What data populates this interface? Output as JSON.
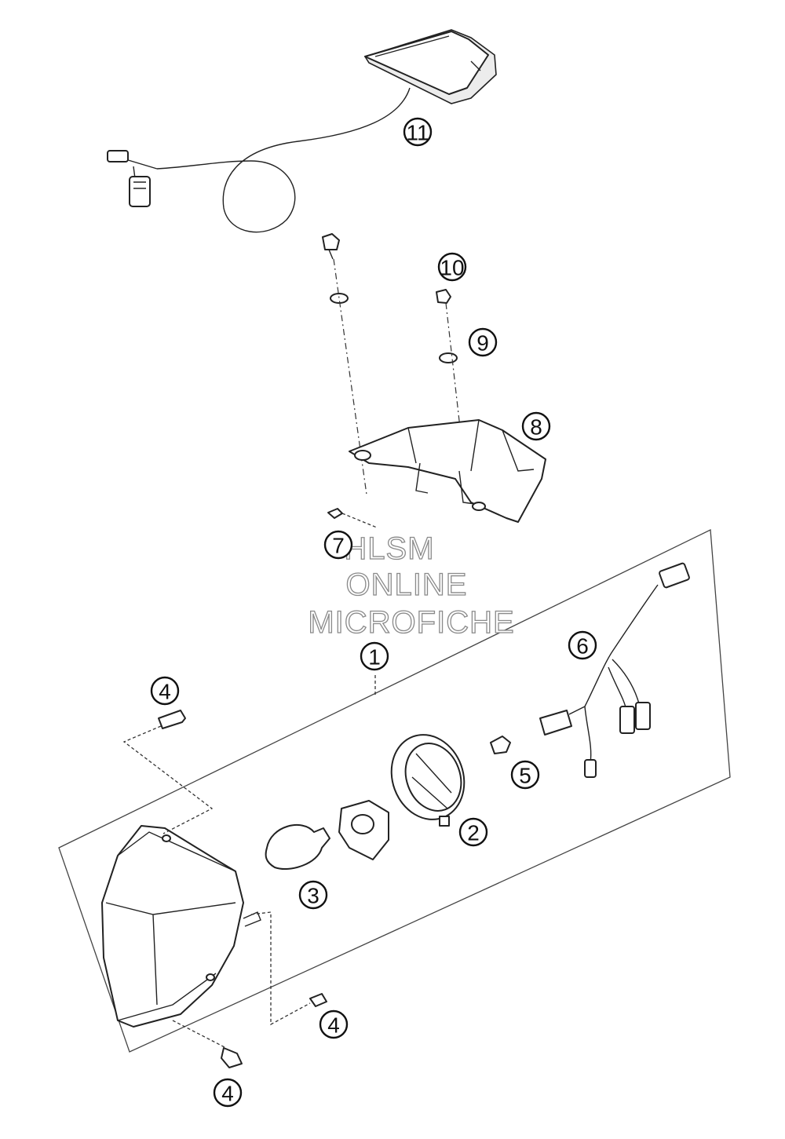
{
  "watermark": {
    "line1": "HLSM",
    "line2": "ONLINE",
    "line3": "MICROFICHE"
  },
  "callouts": {
    "c1": "1",
    "c2": "2",
    "c3": "3",
    "c4a": "4",
    "c4b": "4",
    "c4c": "4",
    "c5": "5",
    "c6": "6",
    "c7": "7",
    "c8": "8",
    "c9": "9",
    "c10": "10",
    "c11": "11"
  }
}
